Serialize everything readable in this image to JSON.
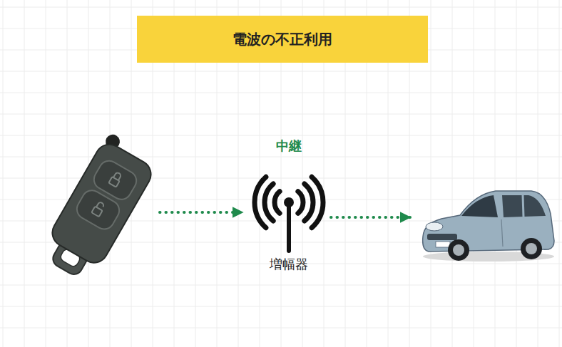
{
  "diagram": {
    "title": "電波の不正利用",
    "nodes": [
      {
        "text": []
      },
      {
        "text": [
          "中継",
          "増幅器"
        ]
      },
      {
        "text": []
      }
    ],
    "edges": [
      {
        "from": 0,
        "to": 1,
        "arrow": "to"
      },
      {
        "from": 1,
        "to": 2,
        "arrow": "to"
      }
    ]
  }
}
